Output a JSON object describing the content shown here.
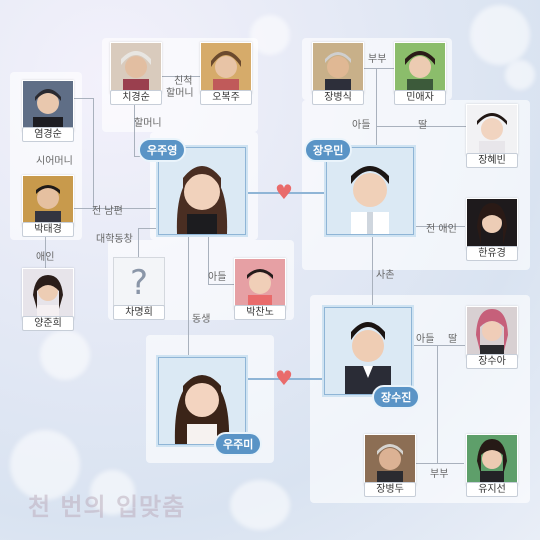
{
  "people": {
    "yeom_gyeongsun": "염경순",
    "park_taegyeong": "박태경",
    "yang_junhui": "양준희",
    "chi_gyeongsun": "치경순",
    "oh_bokju": "오복주",
    "woo_juyeong": "우주영",
    "cha_myeonghui": "차명희",
    "park_channo": "박찬노",
    "woo_jumi": "우주미",
    "jang_byeongsik": "장병식",
    "min_aeja": "민애자",
    "jang_hyebin": "장혜빈",
    "jang_woomin": "장우민",
    "han_yugyeong": "한유경",
    "jang_sujin": "장수진",
    "jang_sua": "장수아",
    "jang_byeongdu": "장병두",
    "yu_jiseon": "유지선"
  },
  "relations": {
    "mother_in_law": "시어머니",
    "ex_husband": "전 남편",
    "lover": "애인",
    "college_friend": "대학동창",
    "grandmother": "할머니",
    "cousin_grandmother_line1": "친척",
    "cousin_grandmother_line2": "할머니",
    "son": "아들",
    "younger_sibling": "동생",
    "couple_top": "부부",
    "son_right": "아들",
    "daughter_right": "딸",
    "ex_lover": "전 애인",
    "cousin": "사촌",
    "son_bottom": "아들",
    "daughter_bottom": "딸",
    "couple_bottom": "부부"
  },
  "logo_text": "천 번의 입맞춤",
  "colors": {
    "accent_blue": "#5a94c6",
    "heart": "#e96b6b",
    "line": "#a9b1bd"
  }
}
